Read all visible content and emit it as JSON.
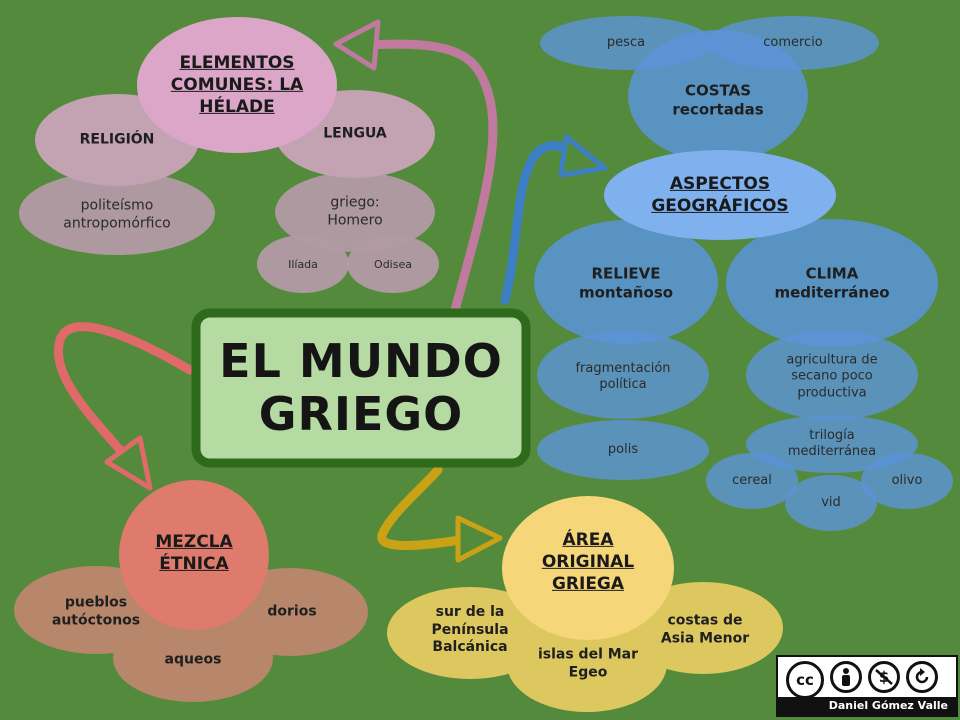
{
  "title": [
    "EL MUNDO",
    "GRIEGO"
  ],
  "helade": {
    "header": [
      "ELEMENTOS",
      "COMUNES: LA",
      "HÉLADE"
    ],
    "religion": "RELIGIÓN",
    "religion_detail": [
      "politeísmo",
      "antropomórfico"
    ],
    "lengua": "LENGUA",
    "lengua_detail": [
      "griego:",
      "Homero"
    ],
    "iliada": "Ilíada",
    "odisea": "Odisea"
  },
  "geografia": {
    "header": [
      "ASPECTOS",
      "GEOGRÁFICOS"
    ],
    "costas": [
      "COSTAS",
      "recortadas"
    ],
    "pesca": "pesca",
    "comercio": "comercio",
    "relieve": [
      "RELIEVE",
      "montañoso"
    ],
    "fragmentacion": [
      "fragmentación",
      "política"
    ],
    "polis": "polis",
    "clima": [
      "CLIMA",
      "mediterráneo"
    ],
    "agricultura": [
      "agricultura de",
      "secano poco",
      "productiva"
    ],
    "trilogia": [
      "trilogía",
      "mediterránea"
    ],
    "cereal": "cereal",
    "vid": "vid",
    "olivo": "olivo"
  },
  "mezcla": {
    "header": [
      "MEZCLA",
      "ÉTNICA"
    ],
    "pueblos": [
      "pueblos",
      "autóctonos"
    ],
    "dorios": "dorios",
    "aqueos": "aqueos"
  },
  "area": {
    "header": [
      "ÁREA",
      "ORIGINAL",
      "GRIEGA"
    ],
    "sur": [
      "sur de la",
      "Península",
      "Balcánica"
    ],
    "costas_asia": [
      "costas de",
      "Asia Menor"
    ],
    "islas": [
      "islas del Mar",
      "Egeo"
    ]
  },
  "license": {
    "author": "Daniel Gómez Valle",
    "icons": [
      "cc-icon",
      "by-icon",
      "nc-icon",
      "sa-icon"
    ]
  },
  "colors": {
    "background": "#548a3c",
    "pink": "#c07aa0",
    "blue": "#3d7fc4",
    "red": "#e06a6a",
    "gold": "#c9a315"
  }
}
